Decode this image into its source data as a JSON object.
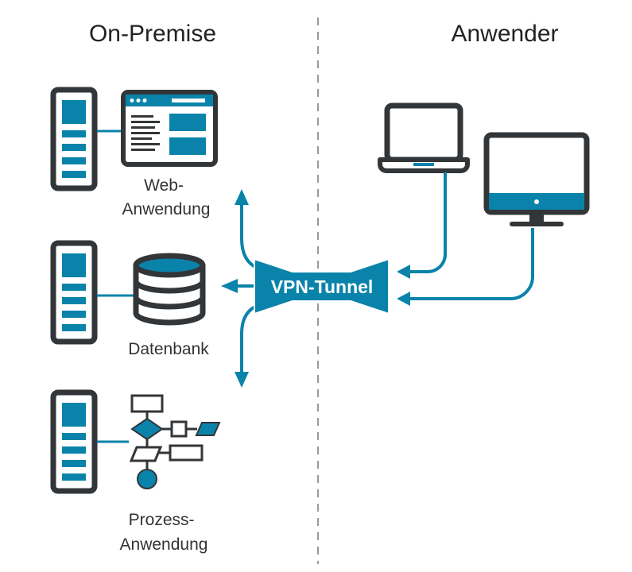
{
  "headings": {
    "left": "On-Premise",
    "right": "Anwender"
  },
  "labels": {
    "web_line1": "Web-",
    "web_line2": "Anwendung",
    "db": "Datenbank",
    "proc_line1": "Prozess-",
    "proc_line2": "Anwendung"
  },
  "vpn": {
    "label": "VPN-Tunnel"
  },
  "colors": {
    "accent": "#0a83aa",
    "dark": "#333638",
    "divider": "#9a9a9a"
  }
}
